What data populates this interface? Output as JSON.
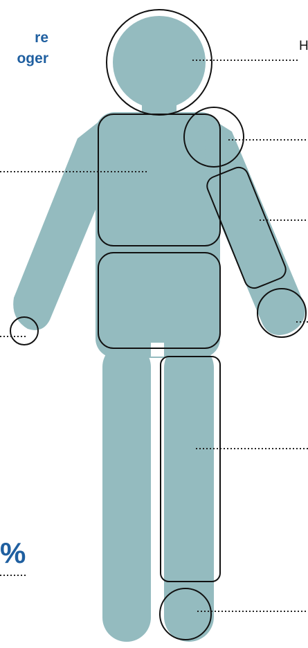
{
  "headline": {
    "line1": "re",
    "line2": "oger"
  },
  "head_label": "H",
  "percent_label": "%",
  "colors": {
    "body": "#94bbbf",
    "outline": "#111111",
    "accent": "#1f5fa0",
    "leader_line": "#222222"
  }
}
